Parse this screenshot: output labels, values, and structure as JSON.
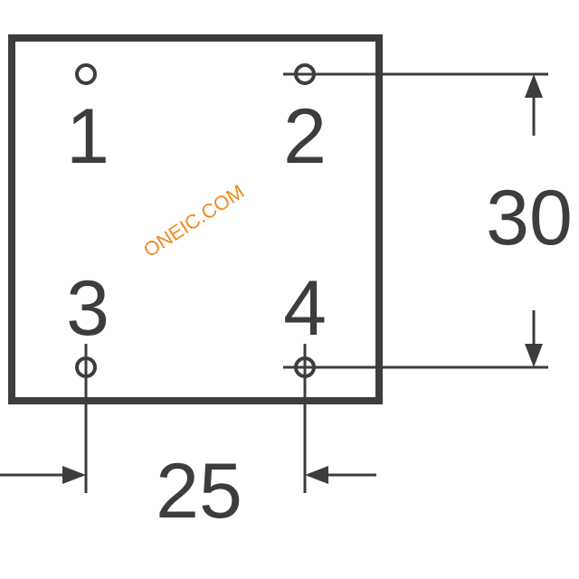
{
  "pins": [
    {
      "label": "1"
    },
    {
      "label": "2"
    },
    {
      "label": "3"
    },
    {
      "label": "4"
    }
  ],
  "dimensions": {
    "vertical": "30",
    "horizontal": "25"
  },
  "watermark": "ONEIC.COM",
  "colors": {
    "line": "#3d3d3f",
    "watermark": "#f08a1c"
  }
}
